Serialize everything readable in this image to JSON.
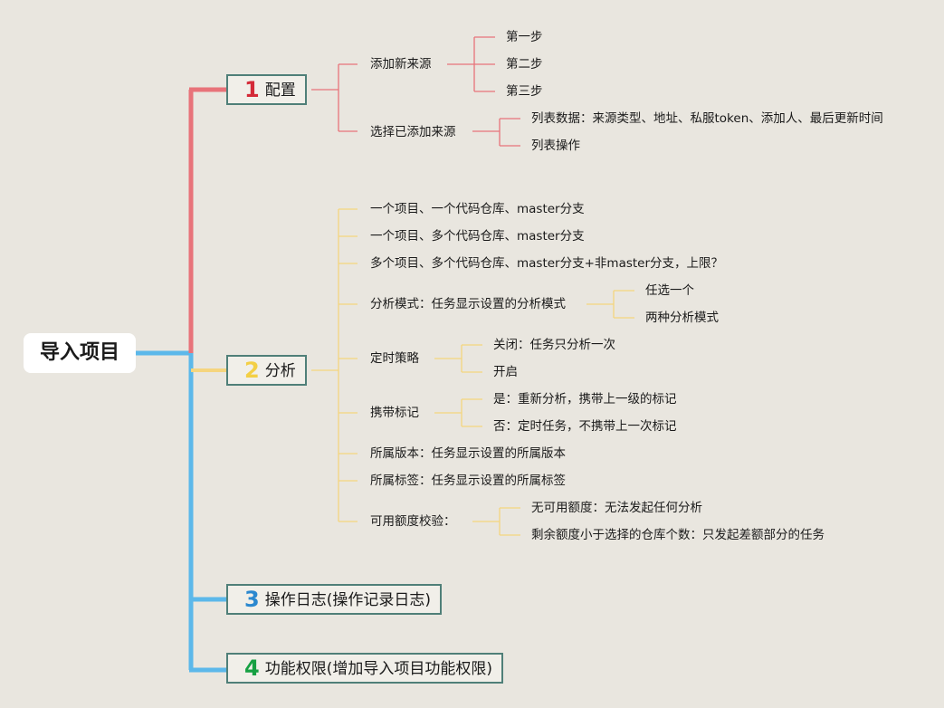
{
  "root": {
    "label": "导入项目"
  },
  "branches": [
    {
      "number": "1",
      "label": "配置",
      "color": "#e8737a",
      "num_color": "#d42a38",
      "children": [
        {
          "label": "添加新来源",
          "children": [
            {
              "label": "第一步"
            },
            {
              "label": "第二步"
            },
            {
              "label": "第三步"
            }
          ]
        },
        {
          "label": "选择已添加来源",
          "children": [
            {
              "label": "列表数据：来源类型、地址、私服token、添加人、最后更新时间"
            },
            {
              "label": "列表操作"
            }
          ]
        }
      ]
    },
    {
      "number": "2",
      "label": "分析",
      "color": "#f5d57e",
      "num_color": "#f3cf45",
      "children": [
        {
          "label": "一个项目、一个代码仓库、master分支"
        },
        {
          "label": "一个项目、多个代码仓库、master分支"
        },
        {
          "label": "多个项目、多个代码仓库、master分支+非master分支，上限？"
        },
        {
          "label": "分析模式：任务显示设置的分析模式",
          "children": [
            {
              "label": "任选一个"
            },
            {
              "label": "两种分析模式"
            }
          ]
        },
        {
          "label": "定时策略",
          "children": [
            {
              "label": "关闭：任务只分析一次"
            },
            {
              "label": "开启"
            }
          ]
        },
        {
          "label": "携带标记",
          "children": [
            {
              "label": "是：重新分析，携带上一级的标记"
            },
            {
              "label": "否：定时任务，不携带上一次标记"
            }
          ]
        },
        {
          "label": "所属版本：任务显示设置的所属版本"
        },
        {
          "label": "所属标签：任务显示设置的所属标签"
        },
        {
          "label": "可用额度校验：",
          "children": [
            {
              "label": "无可用额度：无法发起任何分析"
            },
            {
              "label": "剩余额度小于选择的仓库个数：只发起差额部分的任务"
            }
          ]
        }
      ]
    },
    {
      "number": "3",
      "label": "操作日志(操作记录日志)",
      "color": "#5cb8ea",
      "num_color": "#2b88cf",
      "children": []
    },
    {
      "number": "4",
      "label": "功能权限(增加导入项目功能权限)",
      "color": "#5cb8ea",
      "num_color": "#17a043",
      "children": []
    }
  ]
}
